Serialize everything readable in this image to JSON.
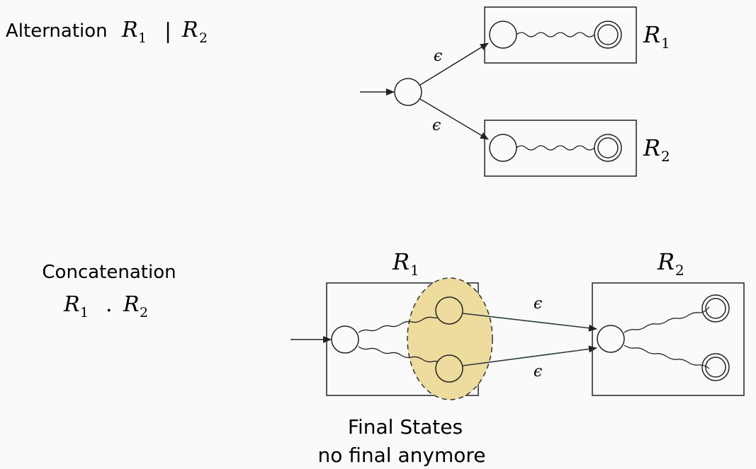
{
  "alternation": {
    "label": "Alternation",
    "expr_r1": "R",
    "expr_r1_sub": "1",
    "expr_sep": "|",
    "expr_r2": "R",
    "expr_r2_sub": "2",
    "eps_top": "ϵ",
    "eps_bottom": "ϵ",
    "box1_r": "R",
    "box1_sub": "1",
    "box2_r": "R",
    "box2_sub": "2"
  },
  "concatenation": {
    "label": "Concatenation",
    "expr_r1": "R",
    "expr_r1_sub": "1",
    "expr_sep": ".",
    "expr_r2": "R",
    "expr_r2_sub": "2",
    "box1_r": "R",
    "box1_sub": "1",
    "box2_r": "R",
    "box2_sub": "2",
    "eps_top": "ϵ",
    "eps_bottom": "ϵ",
    "note_line1": "Final States",
    "note_line2": "no final anymore"
  },
  "colors": {
    "stroke": "#222222",
    "highlight_fill": "#eddc9d",
    "background": "#fafafa"
  }
}
